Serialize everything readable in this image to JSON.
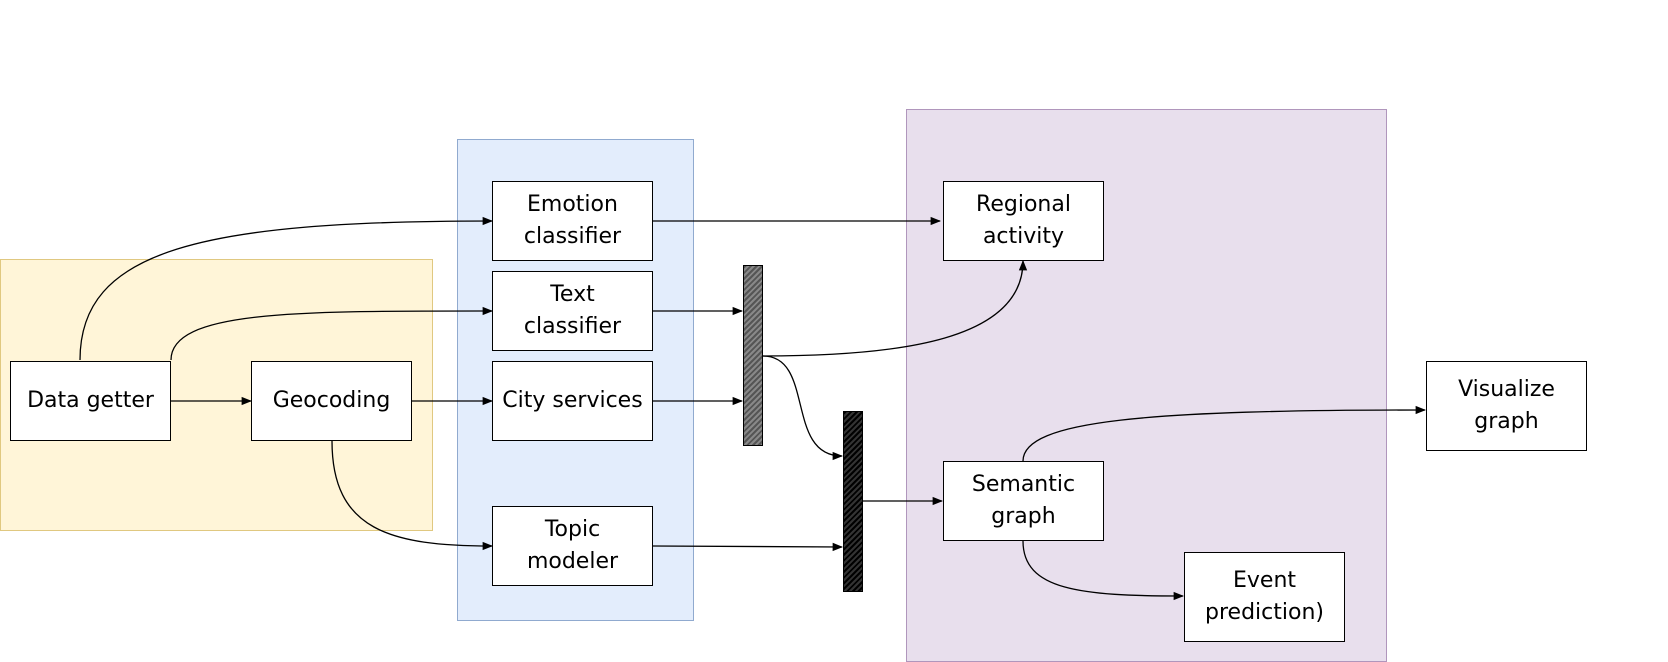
{
  "nodes": {
    "data_getter": "Data getter",
    "geocoding": "Geocoding",
    "emotion_classifier": "Emotion\nclassifier",
    "text_classifier": "Text\nclassifier",
    "city_services": "City services",
    "topic_modeler": "Topic\nmodeler",
    "regional_activity": "Regional\nactivity",
    "semantic_graph": "Semantic\ngraph",
    "event_prediction": "Event\nprediction)",
    "visualize_graph": "Visualize\ngraph"
  },
  "colors": {
    "group_yellow": "#fff2cc",
    "group_blue": "#dae8fc",
    "group_purple": "#e1d5e7",
    "bar_grey": "#666666",
    "bar_black": "#000000"
  }
}
